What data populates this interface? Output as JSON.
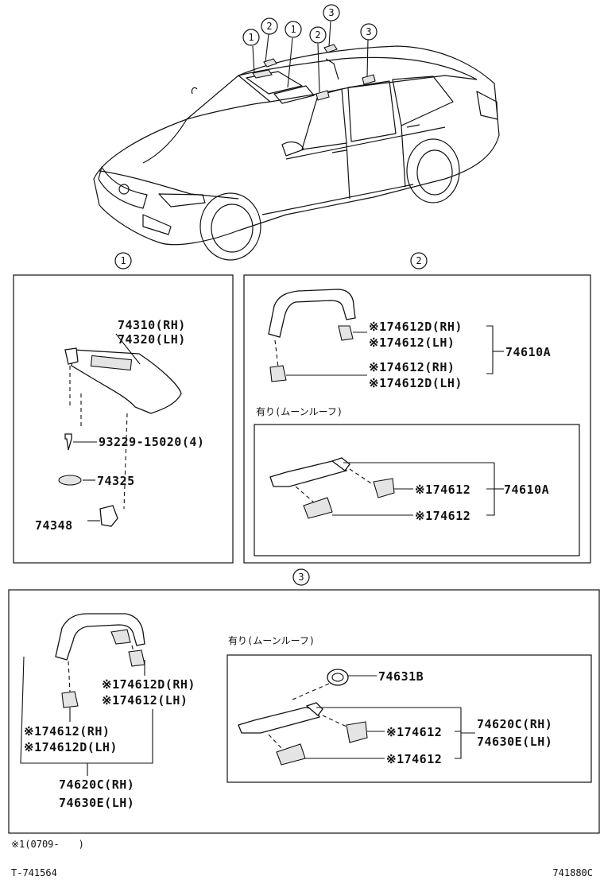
{
  "callouts": {
    "one": "1",
    "two": "2",
    "three": "3"
  },
  "panel1": {
    "sunvisor_rh": "74310(RH)",
    "sunvisor_lh": "74320(LH)",
    "screw": "93229-15020(4)",
    "cover": "74325",
    "holder": "74348"
  },
  "panel2": {
    "cap_a": "※174612D(RH)",
    "cap_b": "※174612(LH)",
    "cap_c": "※174612(RH)",
    "cap_d": "※174612D(LH)",
    "assy": "74610A",
    "moonroof_label": "有り(ムーンルーフ)",
    "mr_cap_a": "※174612",
    "mr_cap_b": "※174612",
    "mr_assy": "74610A"
  },
  "panel3": {
    "cap_a": "※174612D(RH)",
    "cap_b": "※174612(LH)",
    "cap_c": "※174612(RH)",
    "cap_d": "※174612D(LH)",
    "assy_rh": "74620C(RH)",
    "assy_lh": "74630E(LH)",
    "moonroof_label": "有り(ムーンルーフ)",
    "hook": "74631B",
    "mr_cap_a": "※174612",
    "mr_cap_b": "※174612",
    "mr_assy_rh": "74620C(RH)",
    "mr_assy_lh": "74630E(LH)"
  },
  "footnote": "※1(0709-　　)",
  "code_left": "T-741564",
  "code_right": "741880C"
}
